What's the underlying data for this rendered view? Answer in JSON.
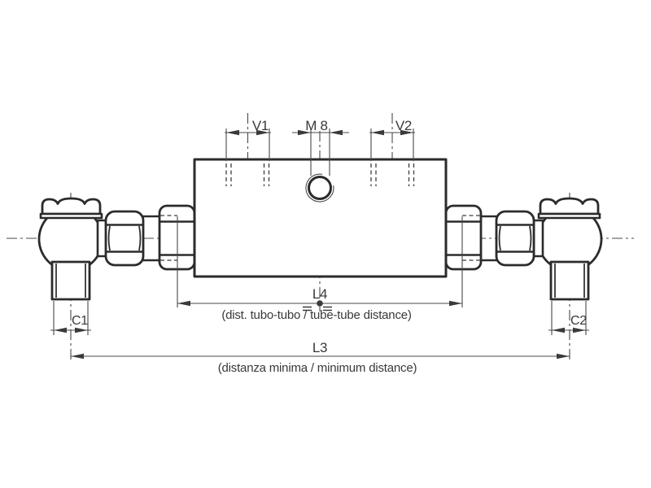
{
  "drawing": {
    "type": "engineering-dimension-drawing",
    "subject": "double banjo ball-joint tube coupling, side view",
    "labels": {
      "v1": "V1",
      "m8": "M 8",
      "v2": "V2",
      "l4": "L4",
      "l4_note": "(dist. tubo-tubo / tube-tube distance)",
      "l3": "L3",
      "l3_note": "(distanza minima / minimum distance)",
      "c1": "C1",
      "c2": "C2"
    },
    "colors": {
      "background": "#ffffff",
      "line_bold": "#2b2b2d",
      "line_thin": "#48484a",
      "text": "#39393b"
    }
  }
}
